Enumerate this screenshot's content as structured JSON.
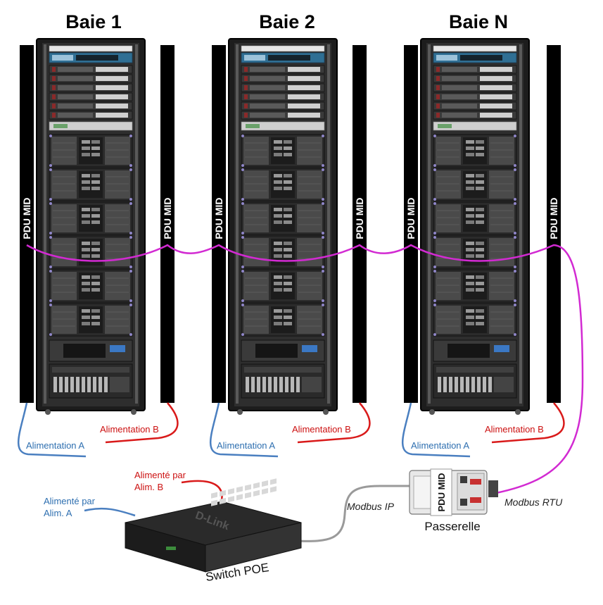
{
  "racks": [
    {
      "title": "Baie 1",
      "pdu_label": "PDU MID",
      "feed_a": "Alimentation A",
      "feed_b": "Alimentation B"
    },
    {
      "title": "Baie 2",
      "pdu_label": "PDU MID",
      "feed_a": "Alimentation A",
      "feed_b": "Alimentation B"
    },
    {
      "title": "Baie N",
      "pdu_label": "PDU MID",
      "feed_a": "Alimentation A",
      "feed_b": "Alimentation B"
    }
  ],
  "switch": {
    "label": "Switch POE",
    "powered_a_line1": "Alimenté  par",
    "powered_a_line2": "Alim. A",
    "powered_b_line1": "Alimenté  par",
    "powered_b_line2": "Alim. B",
    "brand": "D-Link"
  },
  "gateway": {
    "label": "Passerelle",
    "badge": "PDU MID",
    "modbus_ip": "Modbus  IP",
    "modbus_rtu": "Modbus  RTU"
  },
  "colors": {
    "modbus_chain": "#d22ad2",
    "feed_a": "#4a7fc0",
    "feed_b": "#d91a1a",
    "network": "#9a9a9a",
    "label_blue": "#2e6fb0",
    "label_red": "#cc1111"
  }
}
